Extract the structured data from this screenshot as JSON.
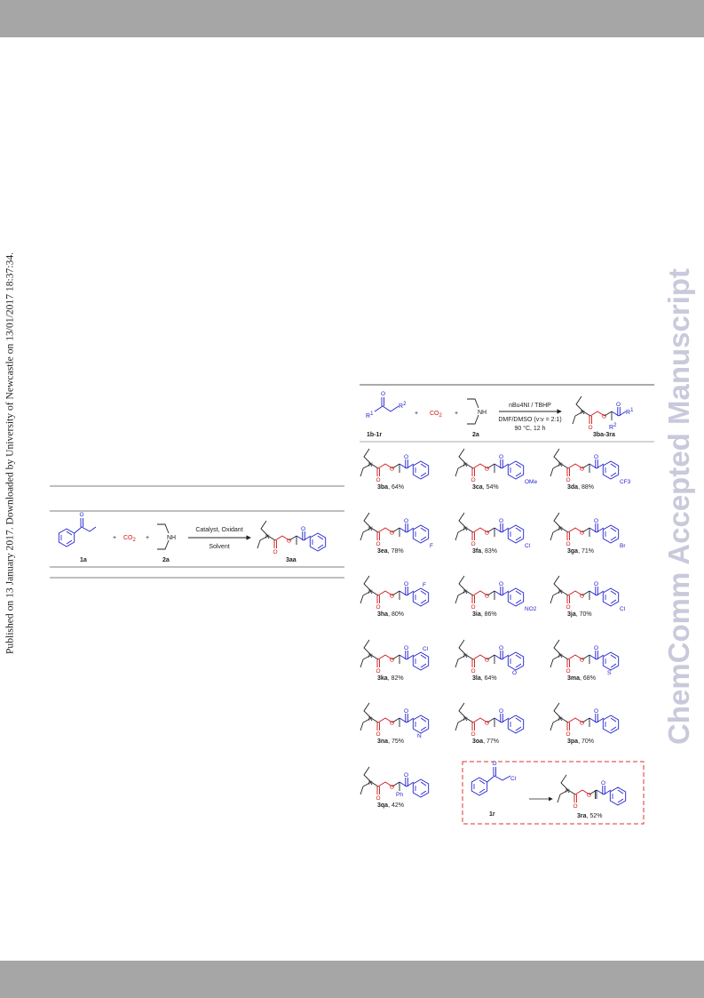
{
  "side_note": "Published on 13 January 2017. Downloaded by University of Newcastle on 13/01/2017 18:37:34.",
  "watermark": "ChemComm Accepted Manuscript",
  "colors": {
    "reactant": "#1f1fcf",
    "new_bond": "#d21414",
    "dashed_box": "#e23232",
    "band": "#a6a6a6",
    "watermark": "#c9c9dc"
  },
  "scheme1": {
    "plus1": "+",
    "co2": "CO",
    "co2_sub": "2",
    "plus2": "+",
    "nh": "NH",
    "arrow_top": "Catalyst, Oxidant",
    "arrow_bottom": "Solvent",
    "label_1a": "1a",
    "label_2a": "2a",
    "label_3aa": "3aa"
  },
  "scheme2": {
    "r1": "R",
    "r1_sup": "1",
    "r2": "R",
    "r2_sup": "2",
    "plus1": "+",
    "co2": "CO",
    "co2_sub": "2",
    "plus2": "+",
    "nh": "NH",
    "cond_top": "nBu4NI / TBHP",
    "cond_mid": "DMF/DMSO (v:v = 2:1)",
    "cond_bot": "90 °C, 12 h",
    "label_left": "1b-1r",
    "label_amine": "2a",
    "label_product": "3ba-3ra",
    "prod_r1": "R",
    "prod_r1_sup": "1",
    "prod_r2": "R",
    "prod_r2_sup": "2"
  },
  "products": [
    {
      "code": "3ba",
      "yield": ", 64%",
      "sub": ""
    },
    {
      "code": "3ca",
      "yield": ", 54%",
      "sub": "OMe"
    },
    {
      "code": "3da",
      "yield": ", 88%",
      "sub": "CF3"
    },
    {
      "code": "3ea",
      "yield": ", 78%",
      "sub": "F"
    },
    {
      "code": "3fa",
      "yield": ", 83%",
      "sub": "Cl"
    },
    {
      "code": "3ga",
      "yield": ", 71%",
      "sub": "Br"
    },
    {
      "code": "3ha",
      "yield": ", 80%",
      "sub": "F"
    },
    {
      "code": "3ia",
      "yield": ", 86%",
      "sub": "NO2"
    },
    {
      "code": "3ja",
      "yield": ", 70%",
      "sub": "Cl"
    },
    {
      "code": "3ka",
      "yield": ", 82%",
      "sub": "Cl"
    },
    {
      "code": "3la",
      "yield": ", 64%",
      "sub": "O"
    },
    {
      "code": "3ma",
      "yield": ", 68%",
      "sub": "S"
    },
    {
      "code": "3na",
      "yield": ", 75%",
      "sub": "N"
    },
    {
      "code": "3oa",
      "yield": ", 77%",
      "sub": ""
    },
    {
      "code": "3pa",
      "yield": ", 70%",
      "sub": ""
    },
    {
      "code": "3qa",
      "yield": ", 42%",
      "sub": "Ph"
    }
  ],
  "special": {
    "cl": "Cl",
    "label_1r": "1r",
    "label_3ra": "3ra",
    "yield_3ra": ", 52%"
  }
}
